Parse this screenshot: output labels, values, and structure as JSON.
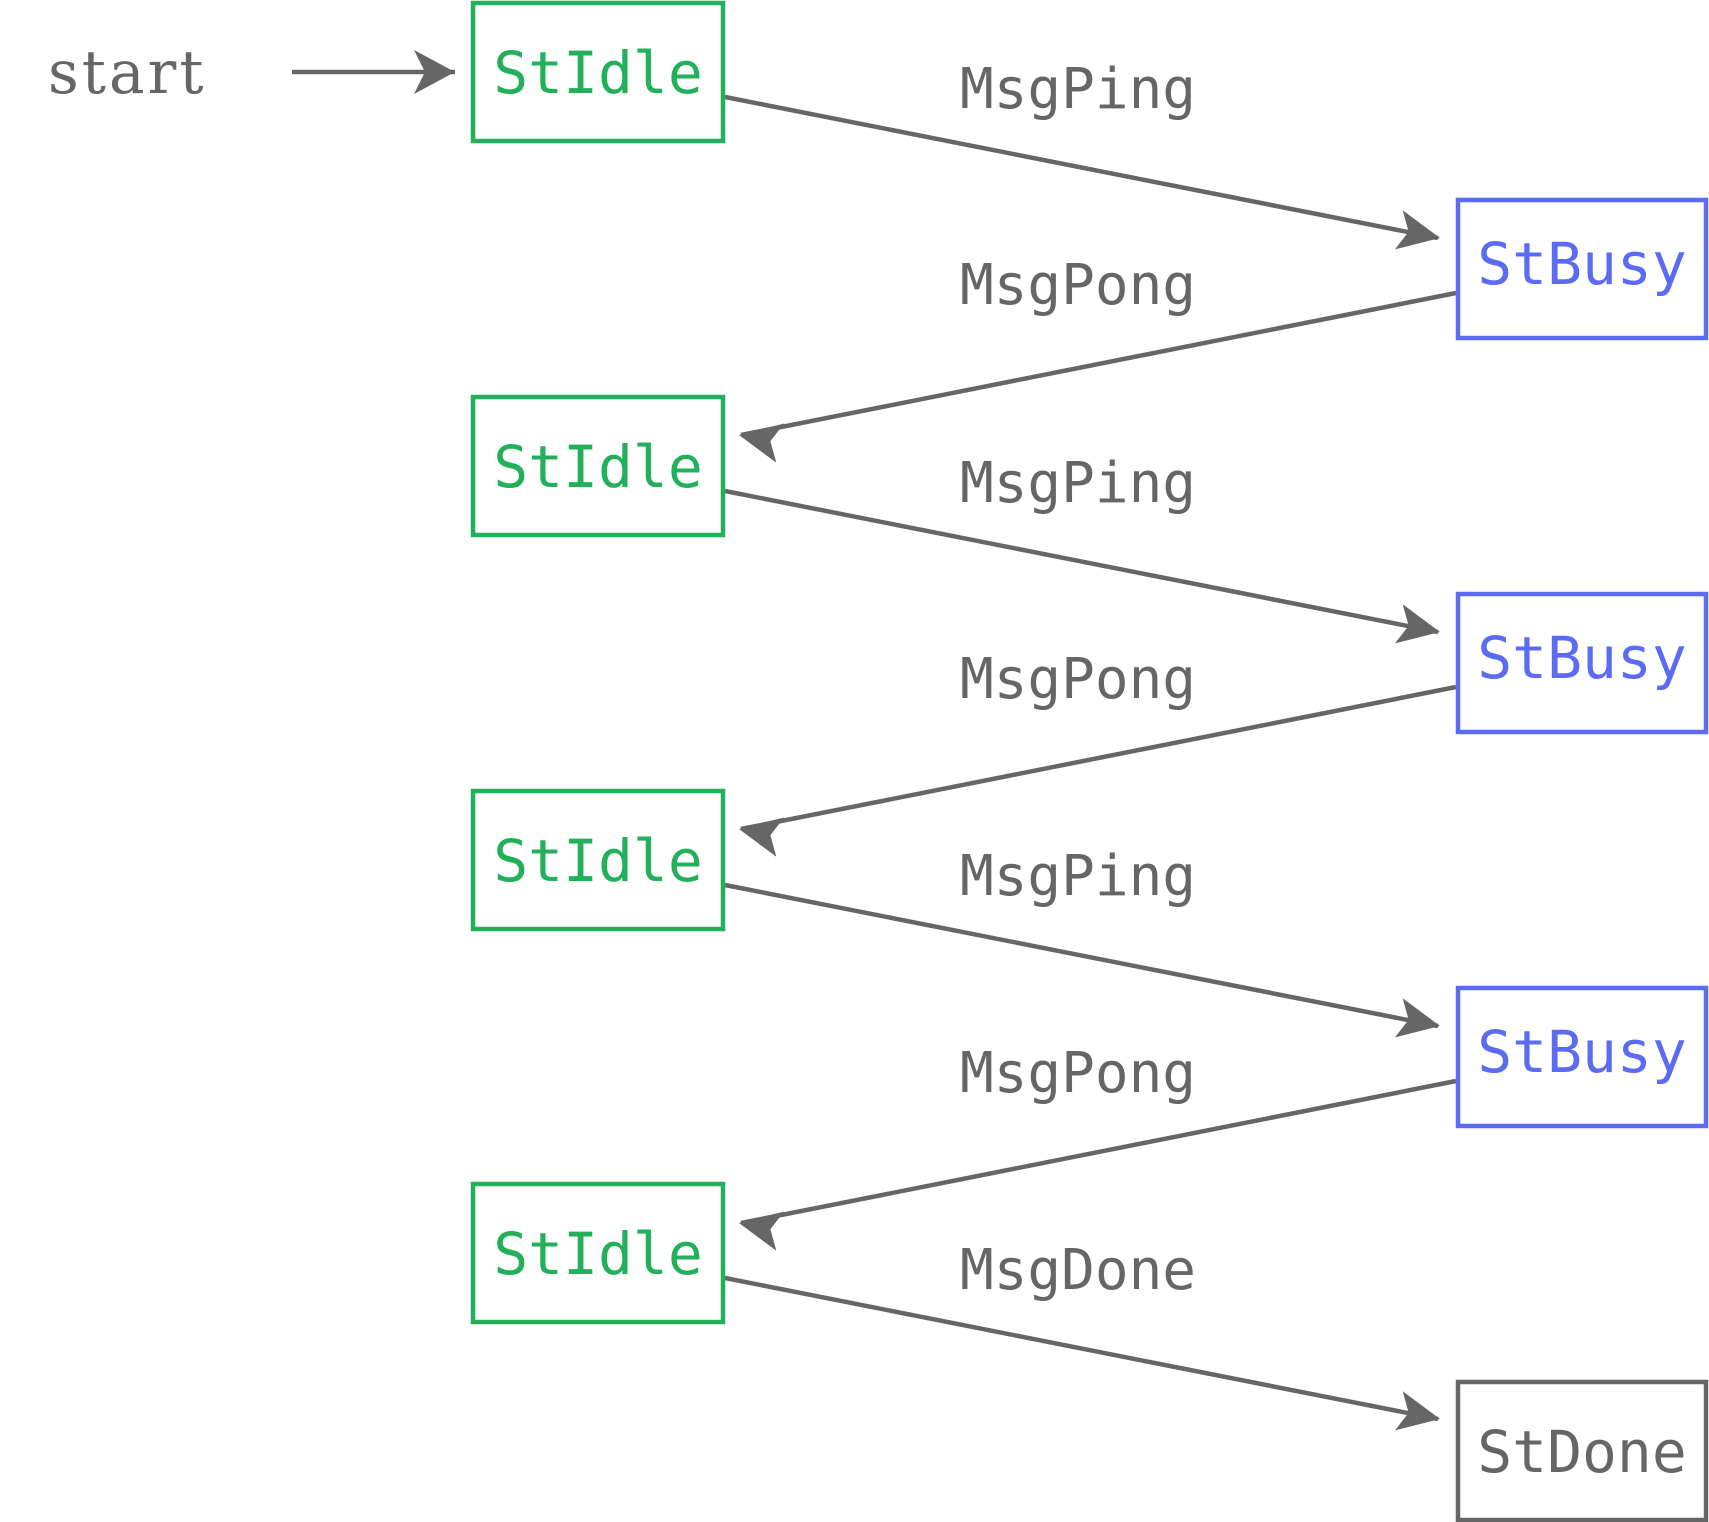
{
  "start_label": "start",
  "colors": {
    "idle": "#22b05a",
    "busy": "#5b6bf2",
    "done": "#666666",
    "edge": "#666666"
  },
  "nodes": [
    {
      "id": "idle-1",
      "label": "StIdle",
      "kind": "idle"
    },
    {
      "id": "busy-1",
      "label": "StBusy",
      "kind": "busy"
    },
    {
      "id": "idle-2",
      "label": "StIdle",
      "kind": "idle"
    },
    {
      "id": "busy-2",
      "label": "StBusy",
      "kind": "busy"
    },
    {
      "id": "idle-3",
      "label": "StIdle",
      "kind": "idle"
    },
    {
      "id": "busy-3",
      "label": "StBusy",
      "kind": "busy"
    },
    {
      "id": "idle-4",
      "label": "StIdle",
      "kind": "idle"
    },
    {
      "id": "done",
      "label": "StDone",
      "kind": "done"
    }
  ],
  "edges": [
    {
      "from": "idle-1",
      "to": "busy-1",
      "label": "MsgPing"
    },
    {
      "from": "busy-1",
      "to": "idle-2",
      "label": "MsgPong"
    },
    {
      "from": "idle-2",
      "to": "busy-2",
      "label": "MsgPing"
    },
    {
      "from": "busy-2",
      "to": "idle-3",
      "label": "MsgPong"
    },
    {
      "from": "idle-3",
      "to": "busy-3",
      "label": "MsgPing"
    },
    {
      "from": "busy-3",
      "to": "idle-4",
      "label": "MsgPong"
    },
    {
      "from": "idle-4",
      "to": "done",
      "label": "MsgDone"
    }
  ]
}
